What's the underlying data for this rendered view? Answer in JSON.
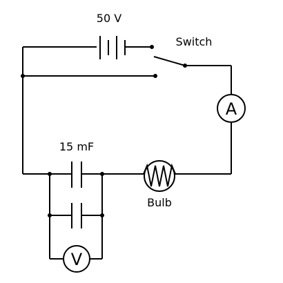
{
  "labels": {
    "battery_voltage": "50 V",
    "switch": "Switch",
    "capacitance": "15 mF",
    "bulb": "Bulb"
  },
  "meters": {
    "ammeter_symbol": "A",
    "voltmeter_symbol": "V"
  },
  "colors": {
    "line": "#000000",
    "background": "#ffffff"
  }
}
